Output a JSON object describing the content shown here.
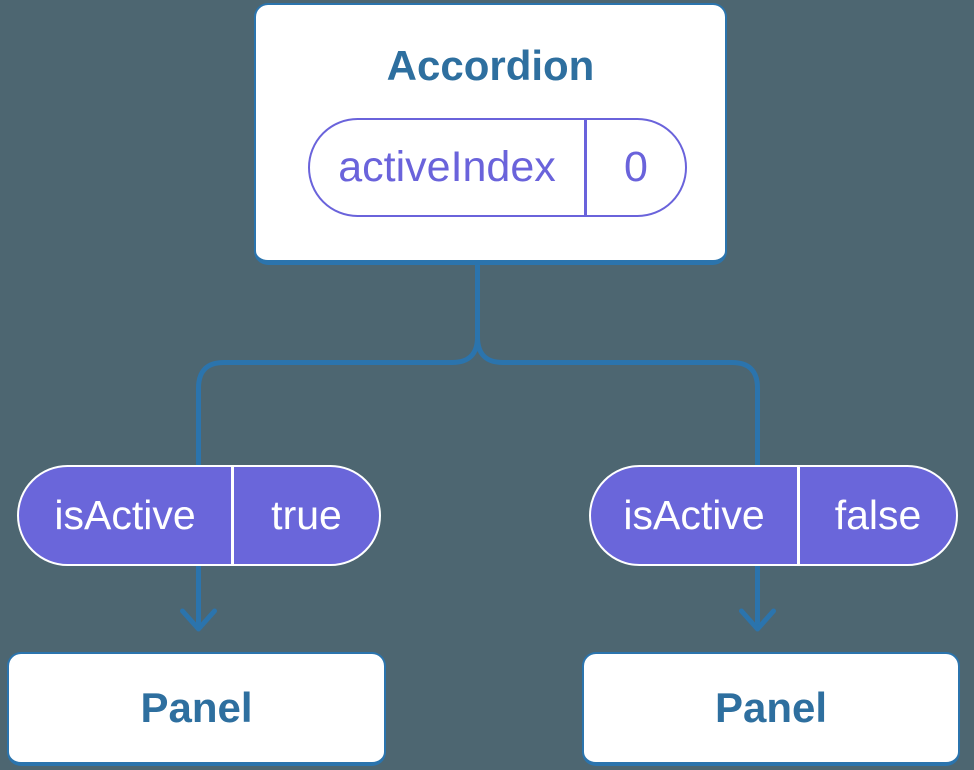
{
  "diagram": {
    "root": {
      "title": "Accordion",
      "state_pill": {
        "label": "activeIndex",
        "value": "0"
      }
    },
    "branches": [
      {
        "prop_pill": {
          "label": "isActive",
          "value": "true"
        },
        "child": {
          "title": "Panel"
        }
      },
      {
        "prop_pill": {
          "label": "isActive",
          "value": "false"
        },
        "child": {
          "title": "Panel"
        }
      }
    ],
    "colors": {
      "background": "#4d6671",
      "connector_blue": "#2b74ad",
      "node_title_blue": "#2e6f9f",
      "pill_purple": "#6a66da",
      "pill_outline_purple": "#6a63db",
      "card_background": "#ffffff",
      "pill_text_on_purple": "#ffffff"
    }
  }
}
